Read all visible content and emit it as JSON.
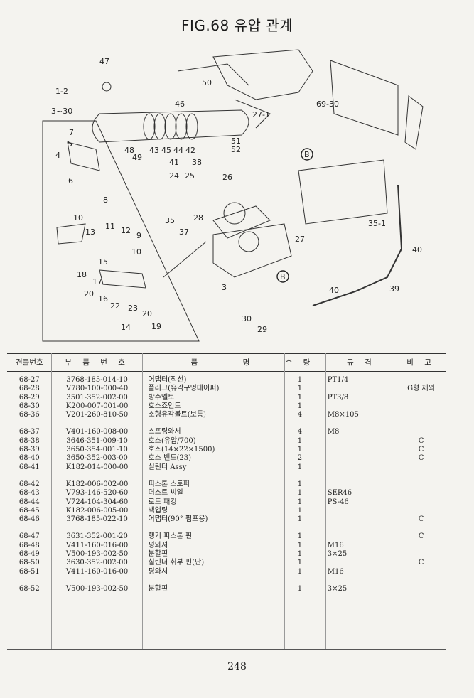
{
  "title": "FIG.68 유압 관계",
  "page_number": "248",
  "diagram": {
    "labels": {
      "l47": "47",
      "l50": "50",
      "l46": "46",
      "l48": "48",
      "l49": "49",
      "l43": "43",
      "l45": "45",
      "l44": "44",
      "l42": "42",
      "l41": "41",
      "l38": "38",
      "l51": "51",
      "l52": "52",
      "l27_1": "27-1",
      "l1_2": "1-2",
      "l3_30": "3~30",
      "l69_30": "69-30",
      "l24": "24",
      "l25": "25",
      "l26": "26",
      "l35": "35",
      "l28": "28",
      "l37": "37",
      "l27": "27",
      "l3": "3",
      "l30": "30",
      "l29": "29",
      "l40a": "40",
      "l40b": "40",
      "l39": "39",
      "l35_1": "35-1",
      "lB1": "B",
      "lB2": "B",
      "i7": "7",
      "i5": "5",
      "i4": "4",
      "i6": "6",
      "i8": "8",
      "i10a": "10",
      "i11": "11",
      "i12": "12",
      "i13": "13",
      "i9": "9",
      "i10b": "10",
      "i15": "15",
      "i18": "18",
      "i17": "17",
      "i20a": "20",
      "i16": "16",
      "i22": "22",
      "i23": "23",
      "i20b": "20",
      "i14": "14",
      "i19": "19"
    }
  },
  "table": {
    "headers": {
      "no": "견출번호",
      "part_no": "부 품 번 호",
      "name_a": "품",
      "name_b": "명",
      "qty": "수 량",
      "spec": "규 격",
      "note": "비 고"
    },
    "groups": [
      [
        {
          "no": "68-27",
          "part": "3768-185-014-10",
          "name": "어댑터(직선)",
          "qty": "1",
          "spec": "PT1/4",
          "note": ""
        },
        {
          "no": "68-28",
          "part": "V780-100-000-40",
          "name": "플러그(유각구멍테이퍼)",
          "qty": "1",
          "spec": "",
          "note": "G형 제외"
        },
        {
          "no": "68-29",
          "part": "3501-352-002-00",
          "name": "방수엘보",
          "qty": "1",
          "spec": "PT3/8",
          "note": ""
        },
        {
          "no": "68-30",
          "part": "K200-007-001-00",
          "name": "호스죠인트",
          "qty": "1",
          "spec": "",
          "note": ""
        },
        {
          "no": "68-36",
          "part": "V201-260-810-50",
          "name": "소형유각볼트(보통)",
          "qty": "4",
          "spec": "M8×105",
          "note": ""
        }
      ],
      [
        {
          "no": "68-37",
          "part": "V401-160-008-00",
          "name": "스프링와셔",
          "qty": "4",
          "spec": "M8",
          "note": ""
        },
        {
          "no": "68-38",
          "part": "3646-351-009-10",
          "name": "호스(유압/700)",
          "qty": "1",
          "spec": "",
          "note": "C"
        },
        {
          "no": "68-39",
          "part": "3650-354-001-10",
          "name": "호스(14×22×1500)",
          "qty": "1",
          "spec": "",
          "note": "C"
        },
        {
          "no": "68-40",
          "part": "3650-352-003-00",
          "name": "호스 밴드(23)",
          "qty": "2",
          "spec": "",
          "note": "C"
        },
        {
          "no": "68-41",
          "part": "K182-014-000-00",
          "name": "실린더 Assy",
          "qty": "1",
          "spec": "",
          "note": ""
        }
      ],
      [
        {
          "no": "68-42",
          "part": "K182-006-002-00",
          "name": "피스톤 스토퍼",
          "qty": "1",
          "spec": "",
          "note": ""
        },
        {
          "no": "68-43",
          "part": "V793-146-520-60",
          "name": "더스트 씨일",
          "qty": "1",
          "spec": "SER46",
          "note": ""
        },
        {
          "no": "68-44",
          "part": "V724-104-304-60",
          "name": "로드 패킹",
          "qty": "1",
          "spec": "PS-46",
          "note": ""
        },
        {
          "no": "68-45",
          "part": "K182-006-005-00",
          "name": "백업링",
          "qty": "1",
          "spec": "",
          "note": ""
        },
        {
          "no": "68-46",
          "part": "3768-185-022-10",
          "name": "어댑터(90° 펌프용)",
          "qty": "1",
          "spec": "",
          "note": "C"
        }
      ],
      [
        {
          "no": "68-47",
          "part": "3631-352-001-20",
          "name": "행거 피스톤 핀",
          "qty": "1",
          "spec": "",
          "note": "C"
        },
        {
          "no": "68-48",
          "part": "V411-160-016-00",
          "name": "평와셔",
          "qty": "1",
          "spec": "M16",
          "note": ""
        },
        {
          "no": "68-49",
          "part": "V500-193-002-50",
          "name": "분할핀",
          "qty": "1",
          "spec": "3×25",
          "note": ""
        },
        {
          "no": "68-50",
          "part": "3630-352-002-00",
          "name": "실린더 취부 핀(단)",
          "qty": "1",
          "spec": "",
          "note": "C"
        },
        {
          "no": "68-51",
          "part": "V411-160-016-00",
          "name": "평와셔",
          "qty": "1",
          "spec": "M16",
          "note": ""
        }
      ],
      [
        {
          "no": "68-52",
          "part": "V500-193-002-50",
          "name": "분할핀",
          "qty": "1",
          "spec": "3×25",
          "note": ""
        }
      ]
    ]
  }
}
